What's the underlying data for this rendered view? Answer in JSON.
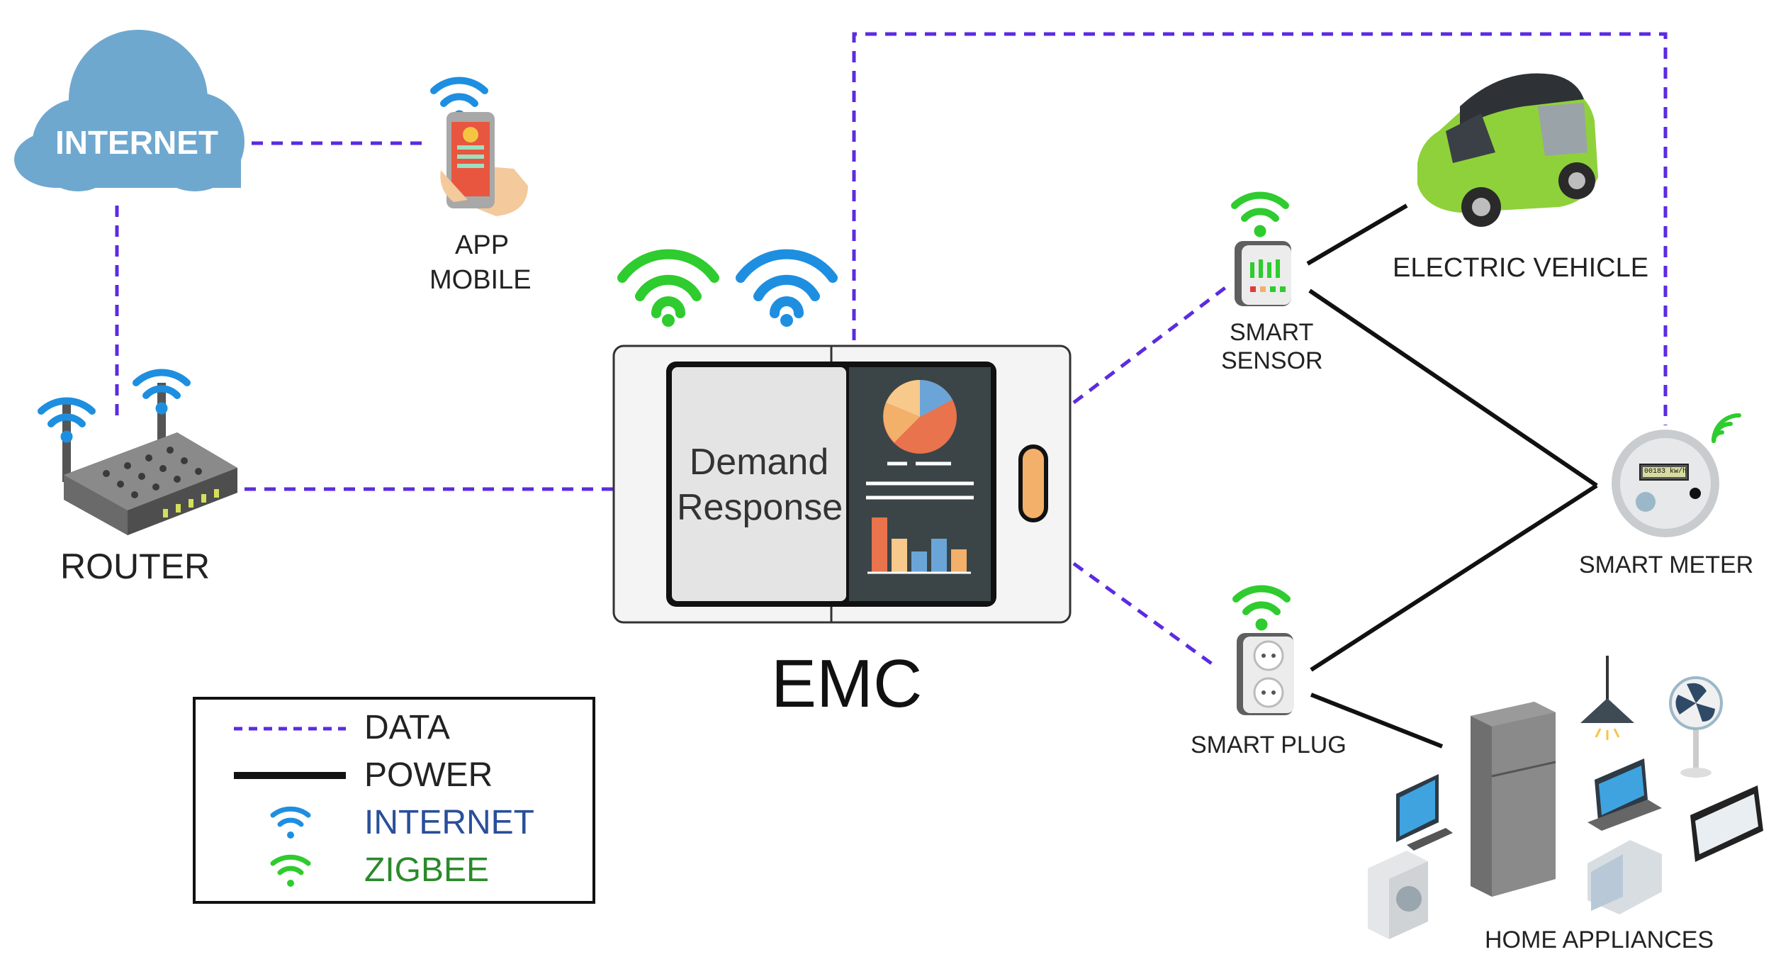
{
  "nodes": {
    "internet": "INTERNET",
    "app_line1": "APP",
    "app_line2": "MOBILE",
    "router": "ROUTER",
    "emc": "EMC",
    "dr_line1": "Demand",
    "dr_line2": "Response",
    "smart_sensor_line1": "SMART",
    "smart_sensor_line2": "SENSOR",
    "electric_vehicle": "ELECTRIC VEHICLE",
    "smart_meter": "SMART METER",
    "meter_display": "00183 kw/h",
    "smart_plug": "SMART PLUG",
    "home_appliances": "HOME APPLIANCES"
  },
  "legend": {
    "data": "DATA",
    "power": "POWER",
    "internet": "INTERNET",
    "zigbee": "ZIGBEE"
  },
  "colors": {
    "data_line": "#5b2be0",
    "power_line": "#111111",
    "internet_wifi": "#1e8fe0",
    "zigbee_wifi": "#2ecc2e",
    "internet_text": "#2a4f9a",
    "zigbee_text": "#2a8a2a",
    "cloud": "#6fa8cf"
  }
}
